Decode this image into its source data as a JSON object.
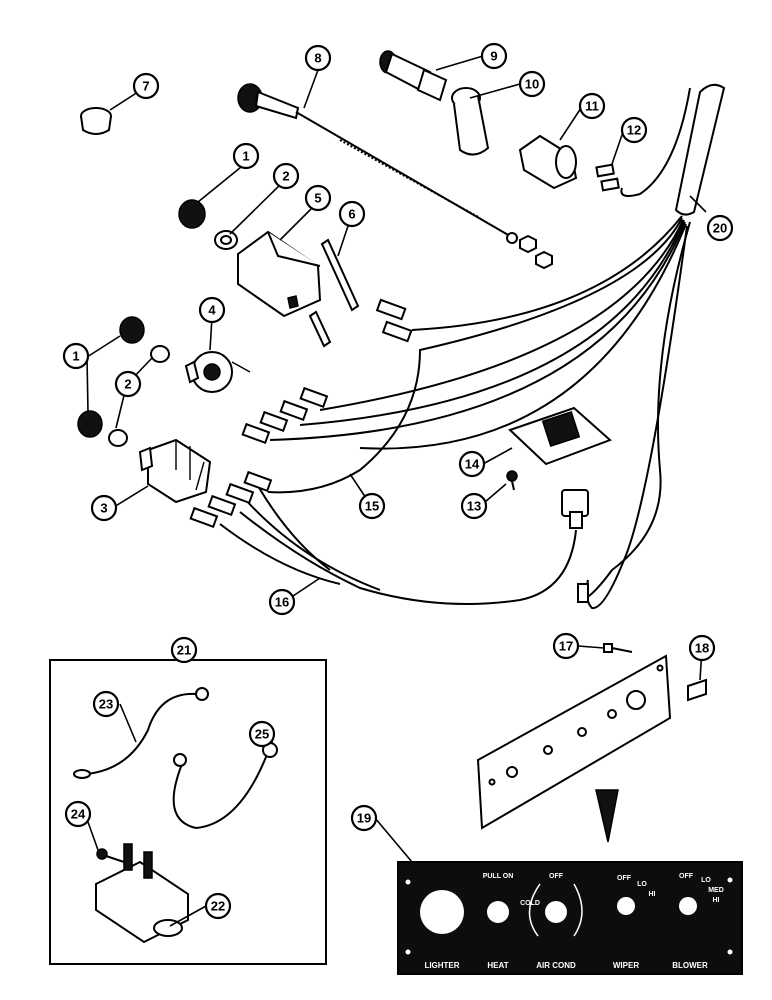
{
  "callouts": {
    "c1": "1",
    "c2": "2",
    "c3": "3",
    "c4": "4",
    "c5": "5",
    "c6": "6",
    "c7": "7",
    "c8": "8",
    "c9": "9",
    "c10": "10",
    "c11": "11",
    "c12": "12",
    "c13": "13",
    "c14": "14",
    "c15": "15",
    "c16": "16",
    "c17": "17",
    "c18": "18",
    "c19": "19",
    "c20": "20",
    "c21": "21",
    "c22": "22",
    "c23": "23",
    "c24": "24",
    "c25": "25"
  },
  "panel": {
    "pullon": "PULL ON",
    "off1": "OFF",
    "cold": "COLD",
    "off2": "OFF",
    "lo1": "LO",
    "hi1": "HI",
    "off3": "OFF",
    "lo2": "LO",
    "med": "MED",
    "hi2": "HI",
    "lighter": "LIGHTER",
    "heat": "HEAT",
    "aircond": "AIR COND",
    "wiper": "WIPER",
    "blower": "BLOWER"
  }
}
